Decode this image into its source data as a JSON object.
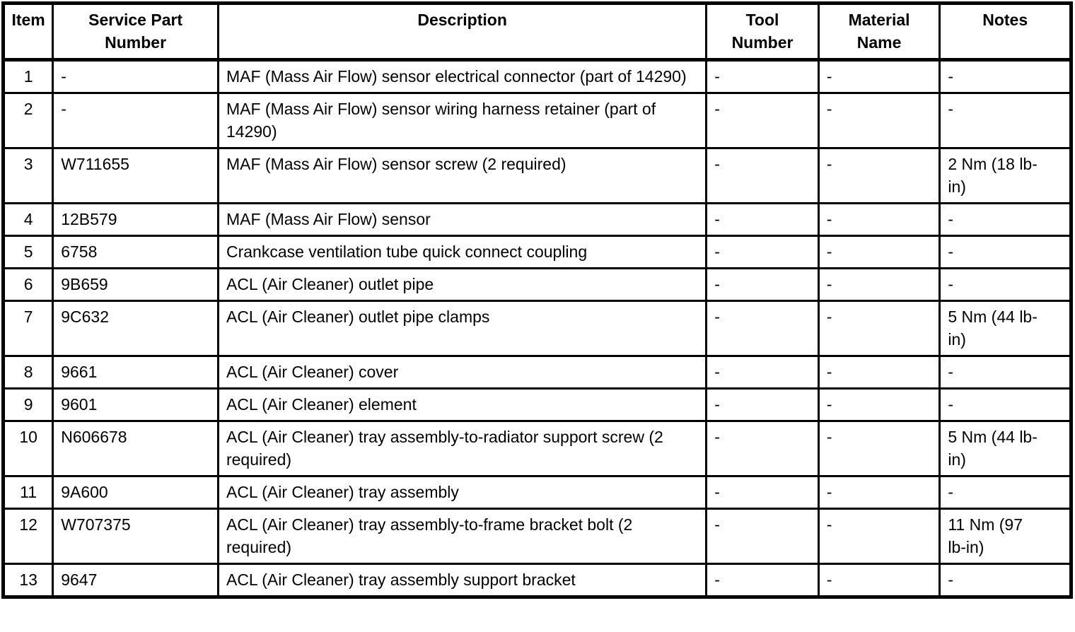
{
  "colors": {
    "background": "#ffffff",
    "border": "#000000",
    "text": "#000000"
  },
  "table": {
    "columns": [
      {
        "key": "item",
        "label": "Item"
      },
      {
        "key": "service_part_number",
        "label": "Service Part Number"
      },
      {
        "key": "description",
        "label": "Description"
      },
      {
        "key": "tool_number",
        "label": "Tool Number"
      },
      {
        "key": "material_name",
        "label": "Material Name"
      },
      {
        "key": "notes",
        "label": "Notes"
      }
    ],
    "rows": [
      {
        "item": "1",
        "service_part_number": "-",
        "description": "MAF (Mass Air Flow) sensor electrical connector (part of 14290)",
        "tool_number": "-",
        "material_name": "-",
        "notes": "-"
      },
      {
        "item": "2",
        "service_part_number": "-",
        "description": "MAF (Mass Air Flow) sensor wiring harness retainer (part of 14290)",
        "tool_number": "-",
        "material_name": "-",
        "notes": "-"
      },
      {
        "item": "3",
        "service_part_number": "W711655",
        "description": "MAF (Mass Air Flow) sensor screw (2 required)",
        "tool_number": "-",
        "material_name": "-",
        "notes": "2 Nm (18 lb-in)"
      },
      {
        "item": "4",
        "service_part_number": "12B579",
        "description": "MAF (Mass Air Flow) sensor",
        "tool_number": "-",
        "material_name": "-",
        "notes": "-"
      },
      {
        "item": "5",
        "service_part_number": "6758",
        "description": "Crankcase ventilation tube quick connect coupling",
        "tool_number": "-",
        "material_name": "-",
        "notes": "-"
      },
      {
        "item": "6",
        "service_part_number": "9B659",
        "description": "ACL (Air Cleaner) outlet pipe",
        "tool_number": "-",
        "material_name": "-",
        "notes": "-"
      },
      {
        "item": "7",
        "service_part_number": "9C632",
        "description": "ACL (Air Cleaner) outlet pipe clamps",
        "tool_number": "-",
        "material_name": "-",
        "notes": "5 Nm (44 lb-in)"
      },
      {
        "item": "8",
        "service_part_number": "9661",
        "description": "ACL (Air Cleaner) cover",
        "tool_number": "-",
        "material_name": "-",
        "notes": "-"
      },
      {
        "item": "9",
        "service_part_number": "9601",
        "description": "ACL (Air Cleaner) element",
        "tool_number": "-",
        "material_name": "-",
        "notes": "-"
      },
      {
        "item": "10",
        "service_part_number": "N606678",
        "description": "ACL (Air Cleaner) tray assembly-to-radiator support screw (2 required)",
        "tool_number": "-",
        "material_name": "-",
        "notes": "5 Nm (44 lb-in)"
      },
      {
        "item": "11",
        "service_part_number": "9A600",
        "description": "ACL (Air Cleaner) tray assembly",
        "tool_number": "-",
        "material_name": "-",
        "notes": "-"
      },
      {
        "item": "12",
        "service_part_number": "W707375",
        "description": "ACL (Air Cleaner) tray assembly-to-frame bracket bolt (2 required)",
        "tool_number": "-",
        "material_name": "-",
        "notes": "11 Nm (97 lb-in)"
      },
      {
        "item": "13",
        "service_part_number": "9647",
        "description": "ACL (Air Cleaner) tray assembly support bracket",
        "tool_number": "-",
        "material_name": "-",
        "notes": "-"
      }
    ]
  }
}
